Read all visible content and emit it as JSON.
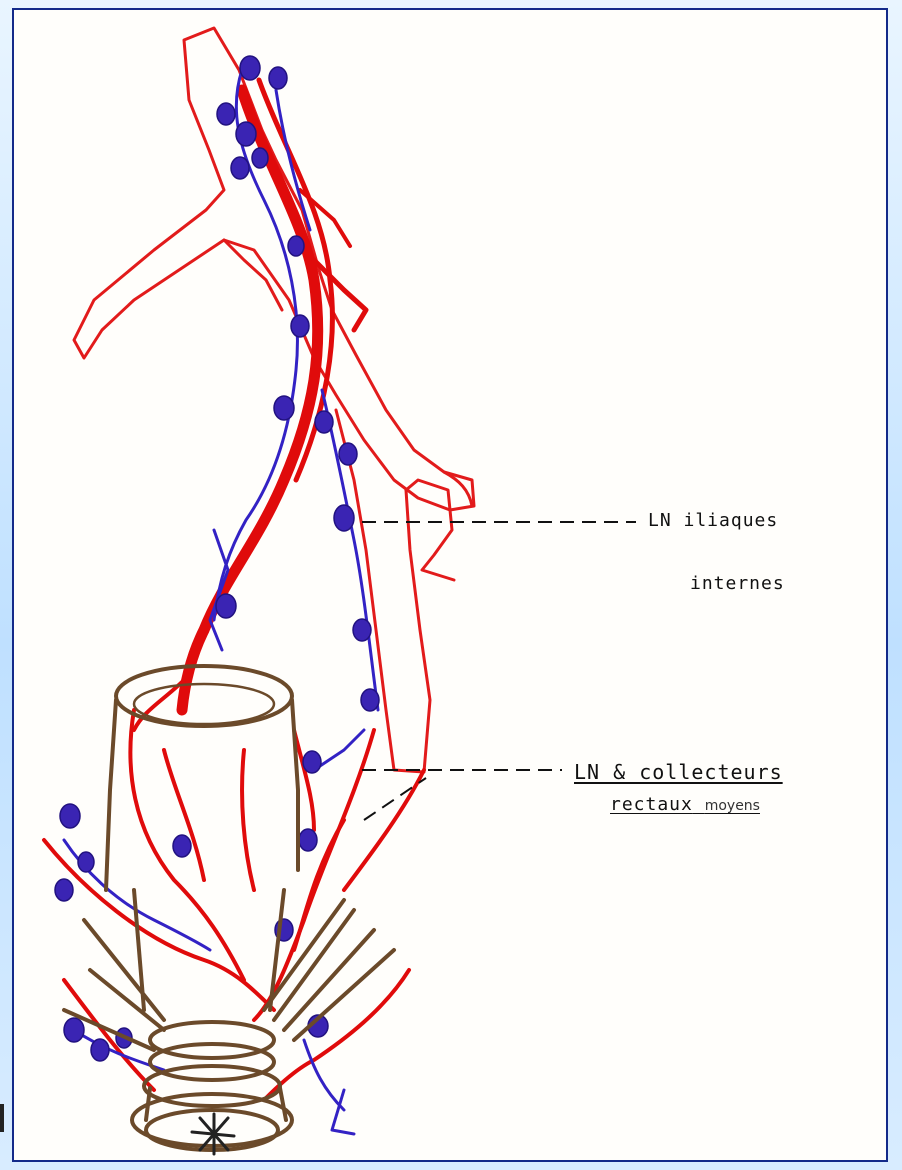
{
  "labels": {
    "iliac_line1": "LN iliaques",
    "iliac_line2": "internes",
    "rectal_line1": "LN & collecteurs",
    "rectal_line2_a": "rectaux",
    "rectal_line2_b": "moyens"
  },
  "colors": {
    "artery": "#e00b0b",
    "lymph": "#2f1fb8",
    "rectum": "#6b4a2a",
    "frame": "#132a8a"
  }
}
